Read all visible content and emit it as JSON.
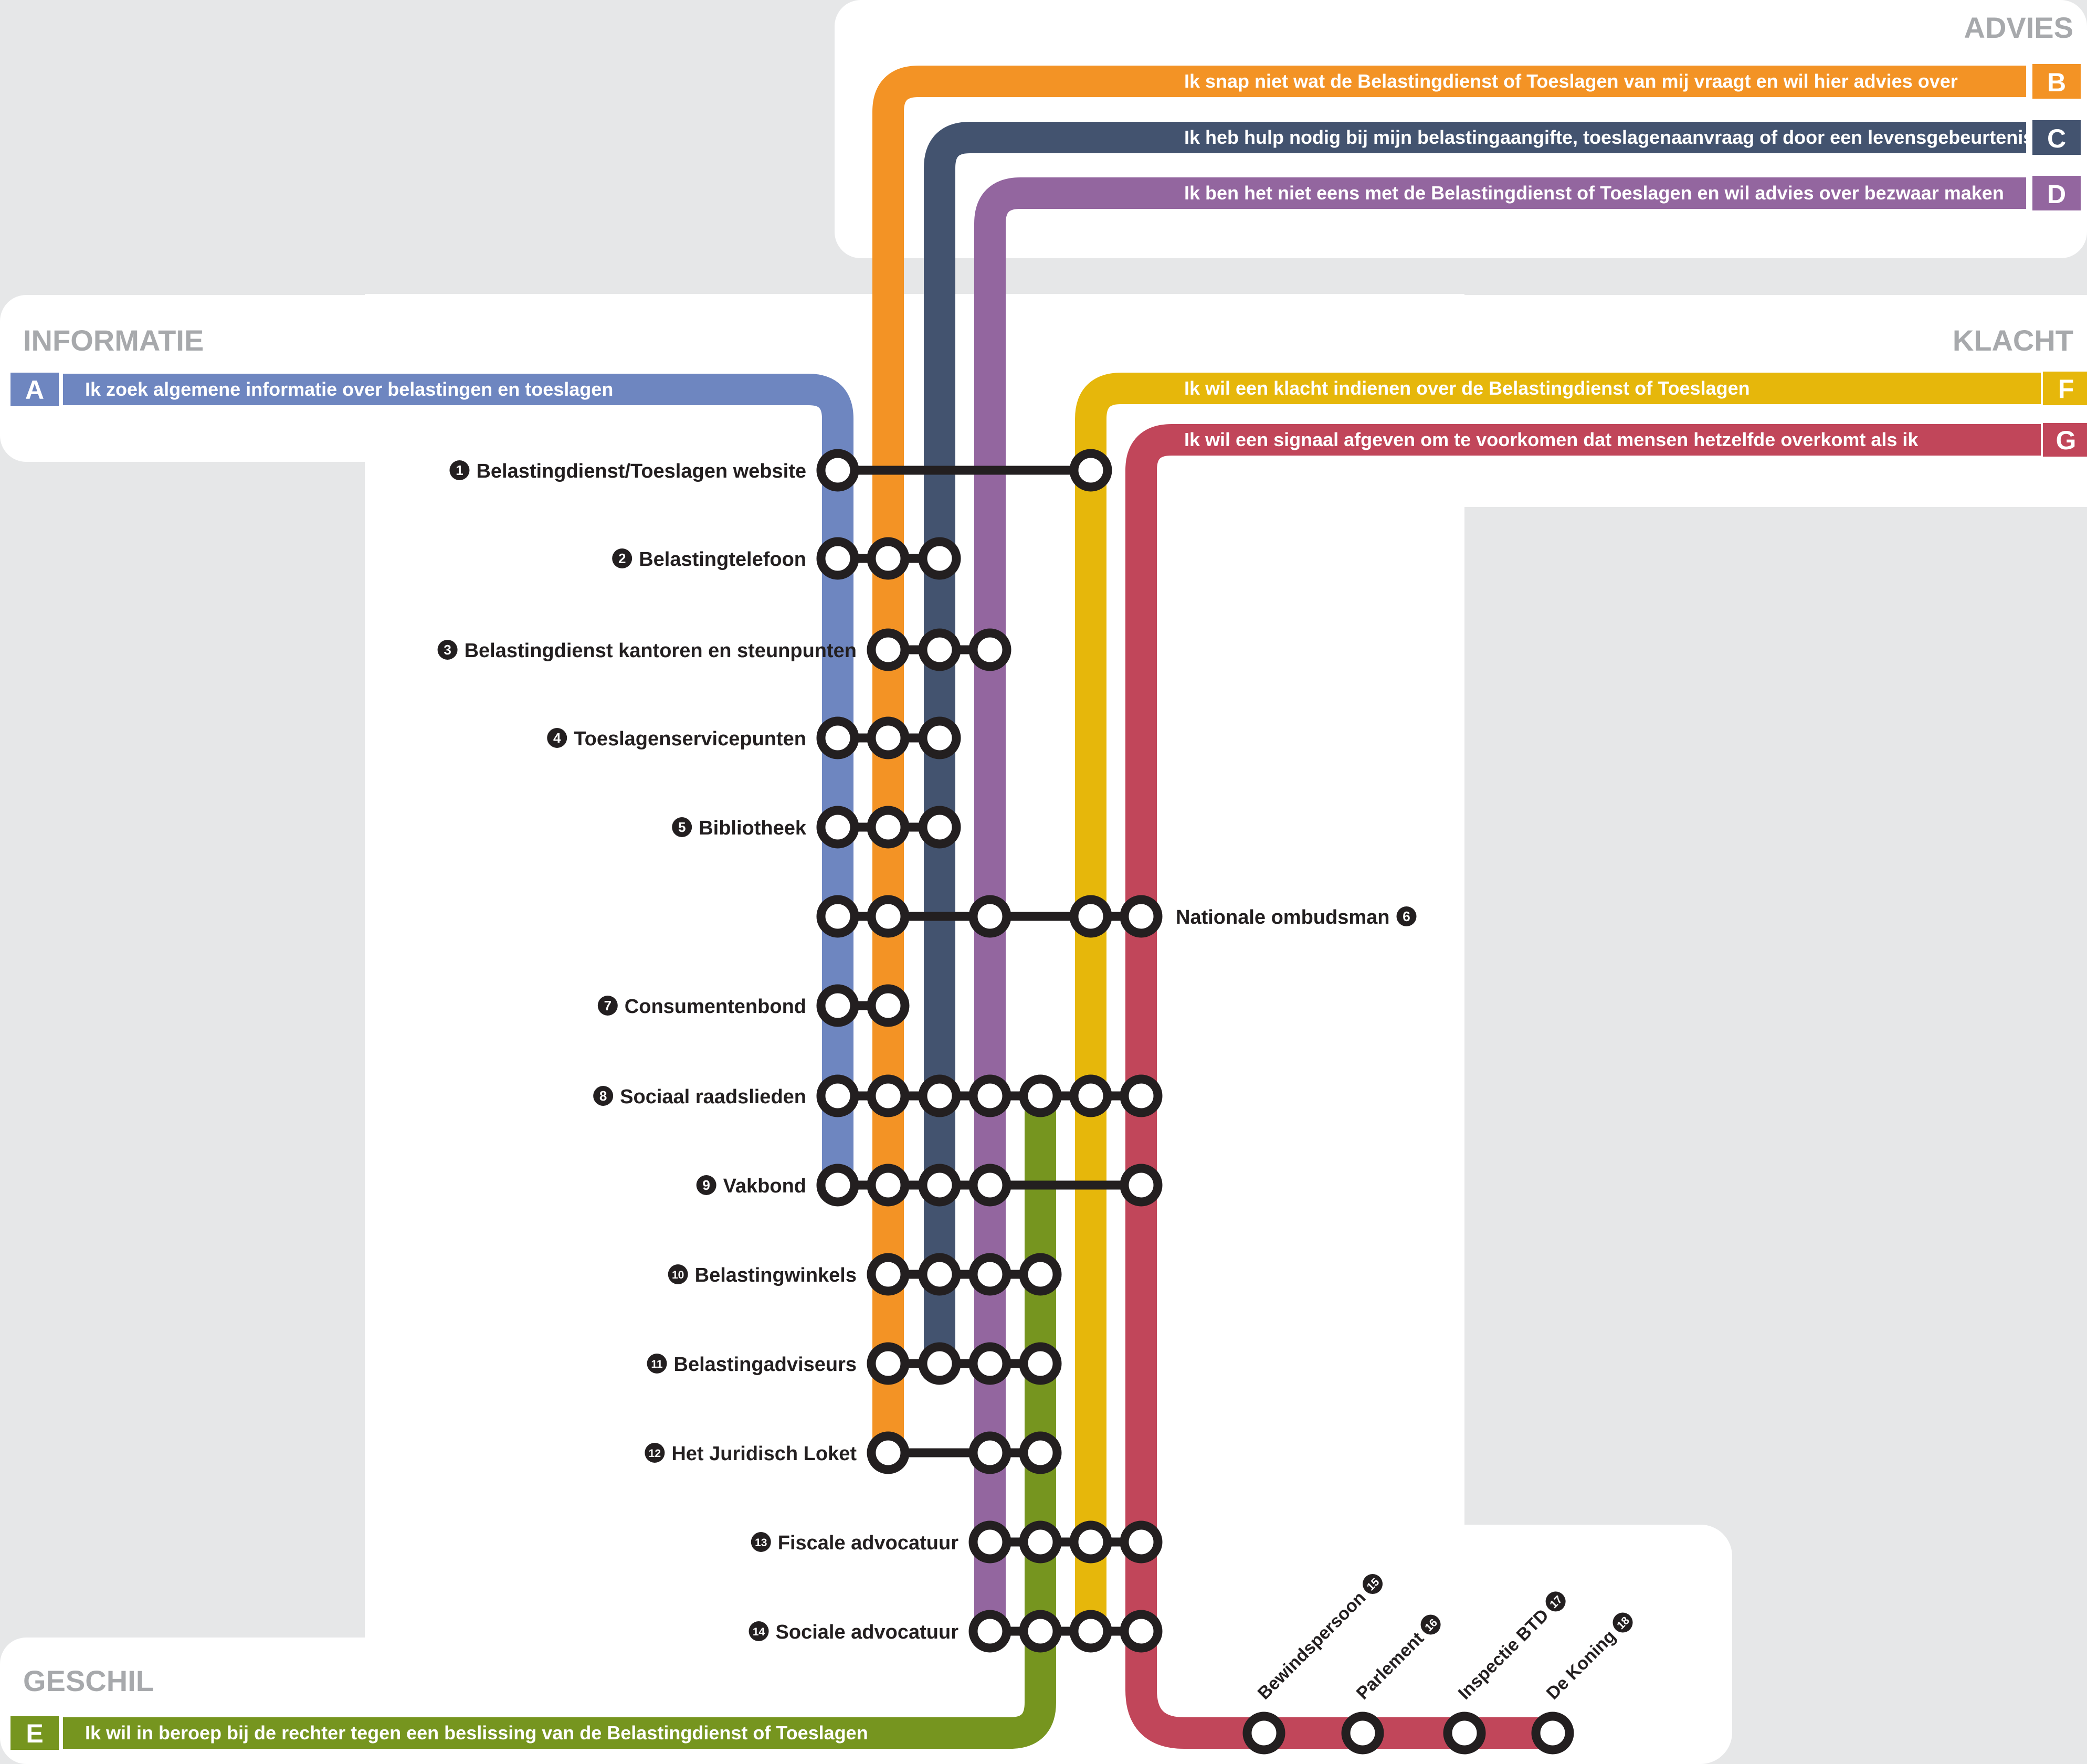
{
  "sections": {
    "informatie": "INFORMATIE",
    "advies": "ADVIES",
    "klacht": "KLACHT",
    "geschil": "GESCHIL"
  },
  "colors": {
    "A": "#6e86c0",
    "B": "#f39325",
    "C": "#43536f",
    "D": "#93669f",
    "E": "#76951f",
    "F": "#e6b70b",
    "G": "#c1465a",
    "node": "#231f20",
    "panel": "#ffffff",
    "background": "#e6e7e8",
    "title": "#a7a9ac"
  },
  "routes": {
    "A": {
      "letter": "A",
      "text": "Ik zoek algemene informatie over belastingen en toeslagen"
    },
    "B": {
      "letter": "B",
      "text": "Ik snap niet wat de Belastingdienst of Toeslagen van mij vraagt en wil hier advies over"
    },
    "C": {
      "letter": "C",
      "text": "Ik heb hulp nodig bij mijn belastingaangifte, toeslagenaanvraag of door een levensgebeurtenis"
    },
    "D": {
      "letter": "D",
      "text": "Ik ben het niet eens met de Belastingdienst of Toeslagen en wil advies over bezwaar maken"
    },
    "E": {
      "letter": "E",
      "text": "Ik wil in beroep bij de rechter tegen een beslissing van de Belastingdienst of Toeslagen"
    },
    "F": {
      "letter": "F",
      "text": "Ik wil een klacht indienen over de Belastingdienst of Toeslagen"
    },
    "G": {
      "letter": "G",
      "text": "Ik wil een signaal afgeven om te voorkomen dat mensen hetzelfde overkomt als ik"
    }
  },
  "stations": [
    {
      "number": "1",
      "label": "Belastingdienst/Toeslagen website",
      "routes": [
        "A",
        "F"
      ]
    },
    {
      "number": "2",
      "label": "Belastingtelefoon",
      "routes": [
        "A",
        "B",
        "C"
      ]
    },
    {
      "number": "3",
      "label": "Belastingdienst kantoren en steunpunten",
      "routes": [
        "B",
        "C",
        "D"
      ]
    },
    {
      "number": "4",
      "label": "Toeslagenservicepunten",
      "routes": [
        "A",
        "B",
        "C"
      ]
    },
    {
      "number": "5",
      "label": "Bibliotheek",
      "routes": [
        "A",
        "B",
        "C"
      ]
    },
    {
      "number": "6",
      "label": "Nationale ombudsman",
      "routes": [
        "A",
        "B",
        "D",
        "F",
        "G"
      ]
    },
    {
      "number": "7",
      "label": "Consumentenbond",
      "routes": [
        "A",
        "B"
      ]
    },
    {
      "number": "8",
      "label": "Sociaal raadslieden",
      "routes": [
        "A",
        "B",
        "C",
        "D",
        "E",
        "F",
        "G"
      ]
    },
    {
      "number": "9",
      "label": "Vakbond",
      "routes": [
        "A",
        "B",
        "C",
        "D",
        "G"
      ]
    },
    {
      "number": "10",
      "label": "Belastingwinkels",
      "routes": [
        "B",
        "C",
        "D",
        "E"
      ]
    },
    {
      "number": "11",
      "label": "Belastingadviseurs",
      "routes": [
        "B",
        "C",
        "D",
        "E"
      ]
    },
    {
      "number": "12",
      "label": "Het Juridisch Loket",
      "routes": [
        "B",
        "D",
        "E"
      ]
    },
    {
      "number": "13",
      "label": "Fiscale advocatuur",
      "routes": [
        "D",
        "E",
        "F",
        "G"
      ]
    },
    {
      "number": "14",
      "label": "Sociale advocatuur",
      "routes": [
        "D",
        "E",
        "F",
        "G"
      ]
    },
    {
      "number": "15",
      "label": "Bewindspersoon",
      "routes": [
        "G"
      ]
    },
    {
      "number": "16",
      "label": "Parlement",
      "routes": [
        "G"
      ]
    },
    {
      "number": "17",
      "label": "Inspectie BTD",
      "routes": [
        "G"
      ]
    },
    {
      "number": "18",
      "label": "De Koning",
      "routes": [
        "G"
      ]
    }
  ]
}
